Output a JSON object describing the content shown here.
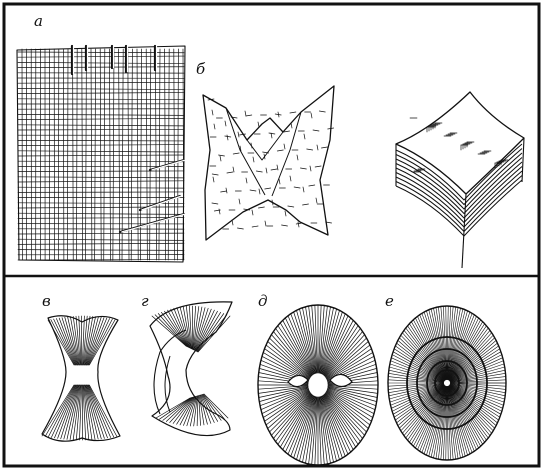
{
  "labels": {
    "a": "а",
    "b": "б",
    "v": "в",
    "g": "г",
    "d": "д",
    "e": "е"
  },
  "colors": {
    "ink": "#111111",
    "paper": "#ffffff"
  }
}
